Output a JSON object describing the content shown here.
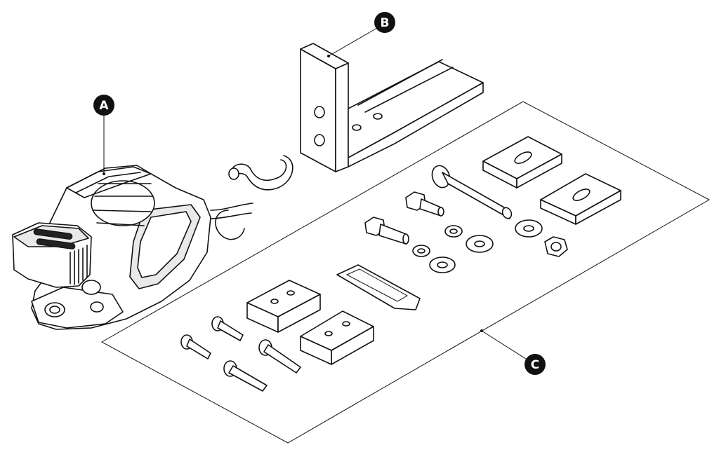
{
  "callouts": {
    "a": "A",
    "b": "B",
    "c": "C"
  },
  "colors": {
    "line": "#111111",
    "callout_fill": "#111111",
    "callout_text": "#ffffff",
    "background": "#ffffff"
  }
}
